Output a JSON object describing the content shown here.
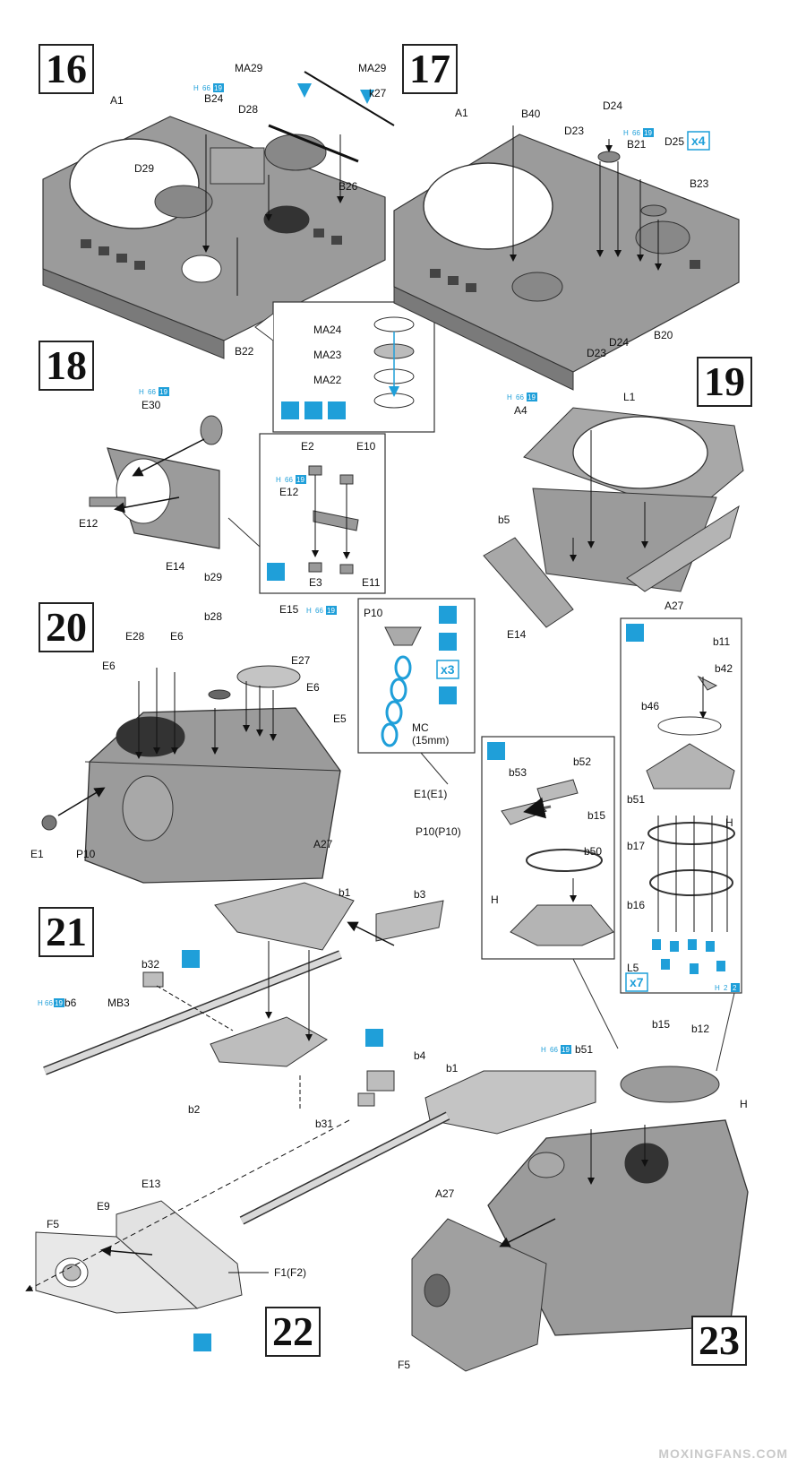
{
  "steps": {
    "s16": "16",
    "s17": "17",
    "s18": "18",
    "s19": "19",
    "s20": "20",
    "s21": "21",
    "s22": "22",
    "s23": "23"
  },
  "color_code": {
    "h": "H",
    "n": "66",
    "t": "19",
    "n2": "2",
    "t2": "2"
  },
  "callouts": {
    "x4": "x4",
    "x3": "x3",
    "x7": "x7"
  },
  "labels": {
    "p16": [
      "MA29",
      "MA29",
      "k27",
      "A1",
      "B24",
      "D28",
      "D29",
      "B26",
      "B22",
      "MA24",
      "MA23",
      "MA22"
    ],
    "p17": [
      "A1",
      "B40",
      "D24",
      "D23",
      "B21",
      "D25",
      "B23",
      "B20",
      "D24",
      "D23"
    ],
    "p18": [
      "E30",
      "E12",
      "E14",
      "E2",
      "E10",
      "E12",
      "E3",
      "E11"
    ],
    "p19": [
      "L1",
      "A4",
      "b5",
      "A27",
      "E14"
    ],
    "p20": [
      "b29",
      "b28",
      "E15",
      "E28",
      "E6",
      "E6",
      "E27",
      "E6",
      "E5",
      "A27",
      "E1",
      "P10",
      "P10",
      "MC",
      "(15mm)",
      "E1(E1)",
      "P10(P10)"
    ],
    "p21": [
      "b1",
      "b3",
      "b32",
      "b6",
      "MB3",
      "b2",
      "b4",
      "b31"
    ],
    "p22": [
      "E13",
      "E9",
      "F5",
      "F1(F2)"
    ],
    "p23": [
      "b11",
      "b42",
      "b46",
      "b51",
      "H",
      "b17",
      "b16",
      "L5",
      "b53",
      "b52",
      "b15",
      "b50",
      "H",
      "b15",
      "b12",
      "b51",
      "b1",
      "H",
      "A27",
      "F5"
    ]
  },
  "watermark": "MOXINGFANS.COM"
}
